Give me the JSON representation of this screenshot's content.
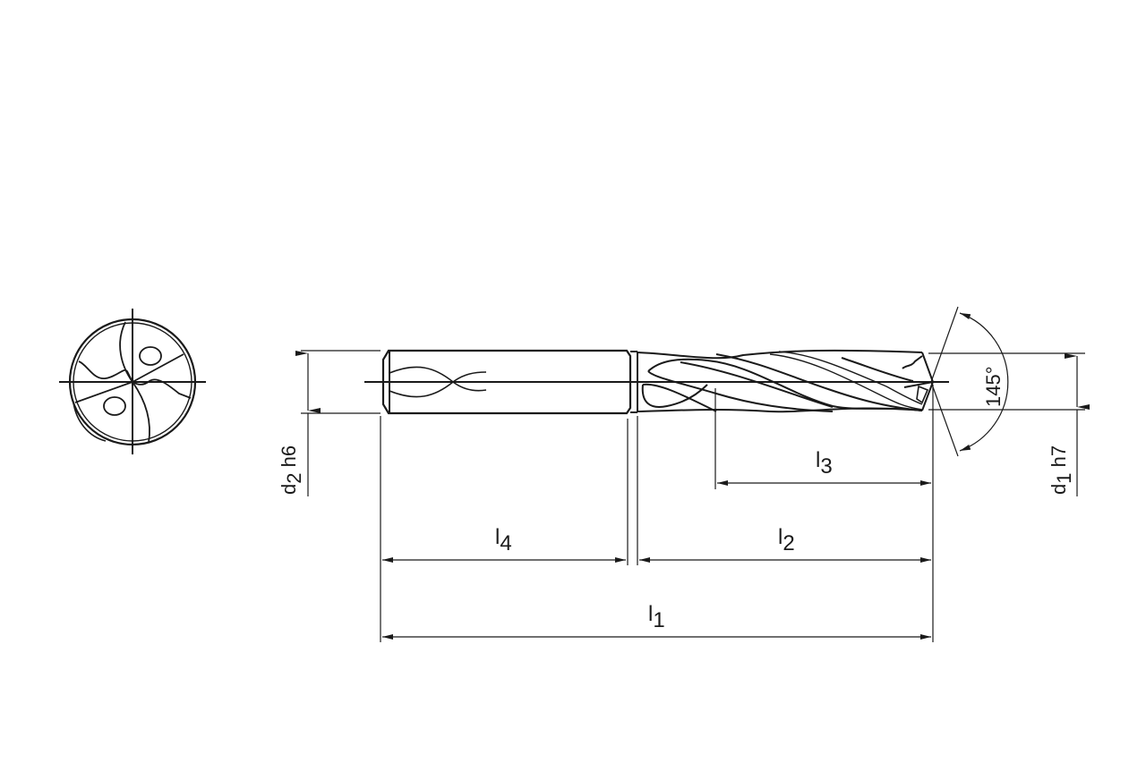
{
  "drawing": {
    "title": "Twist drill technical drawing",
    "line_color": "#1a1a1a",
    "background": "#ffffff"
  },
  "dimensions": {
    "d2": {
      "main": "d",
      "sub": "2",
      "tol": " h6"
    },
    "d1": {
      "main": "d",
      "sub": "1",
      "tol": " h7"
    },
    "l1": {
      "main": "l",
      "sub": "1"
    },
    "l2": {
      "main": "l",
      "sub": "2"
    },
    "l3": {
      "main": "l",
      "sub": "3"
    },
    "l4": {
      "main": "l",
      "sub": "4"
    },
    "angle": "145°"
  },
  "views": {
    "end_view": "front-end-view",
    "side_view": "side-view"
  }
}
